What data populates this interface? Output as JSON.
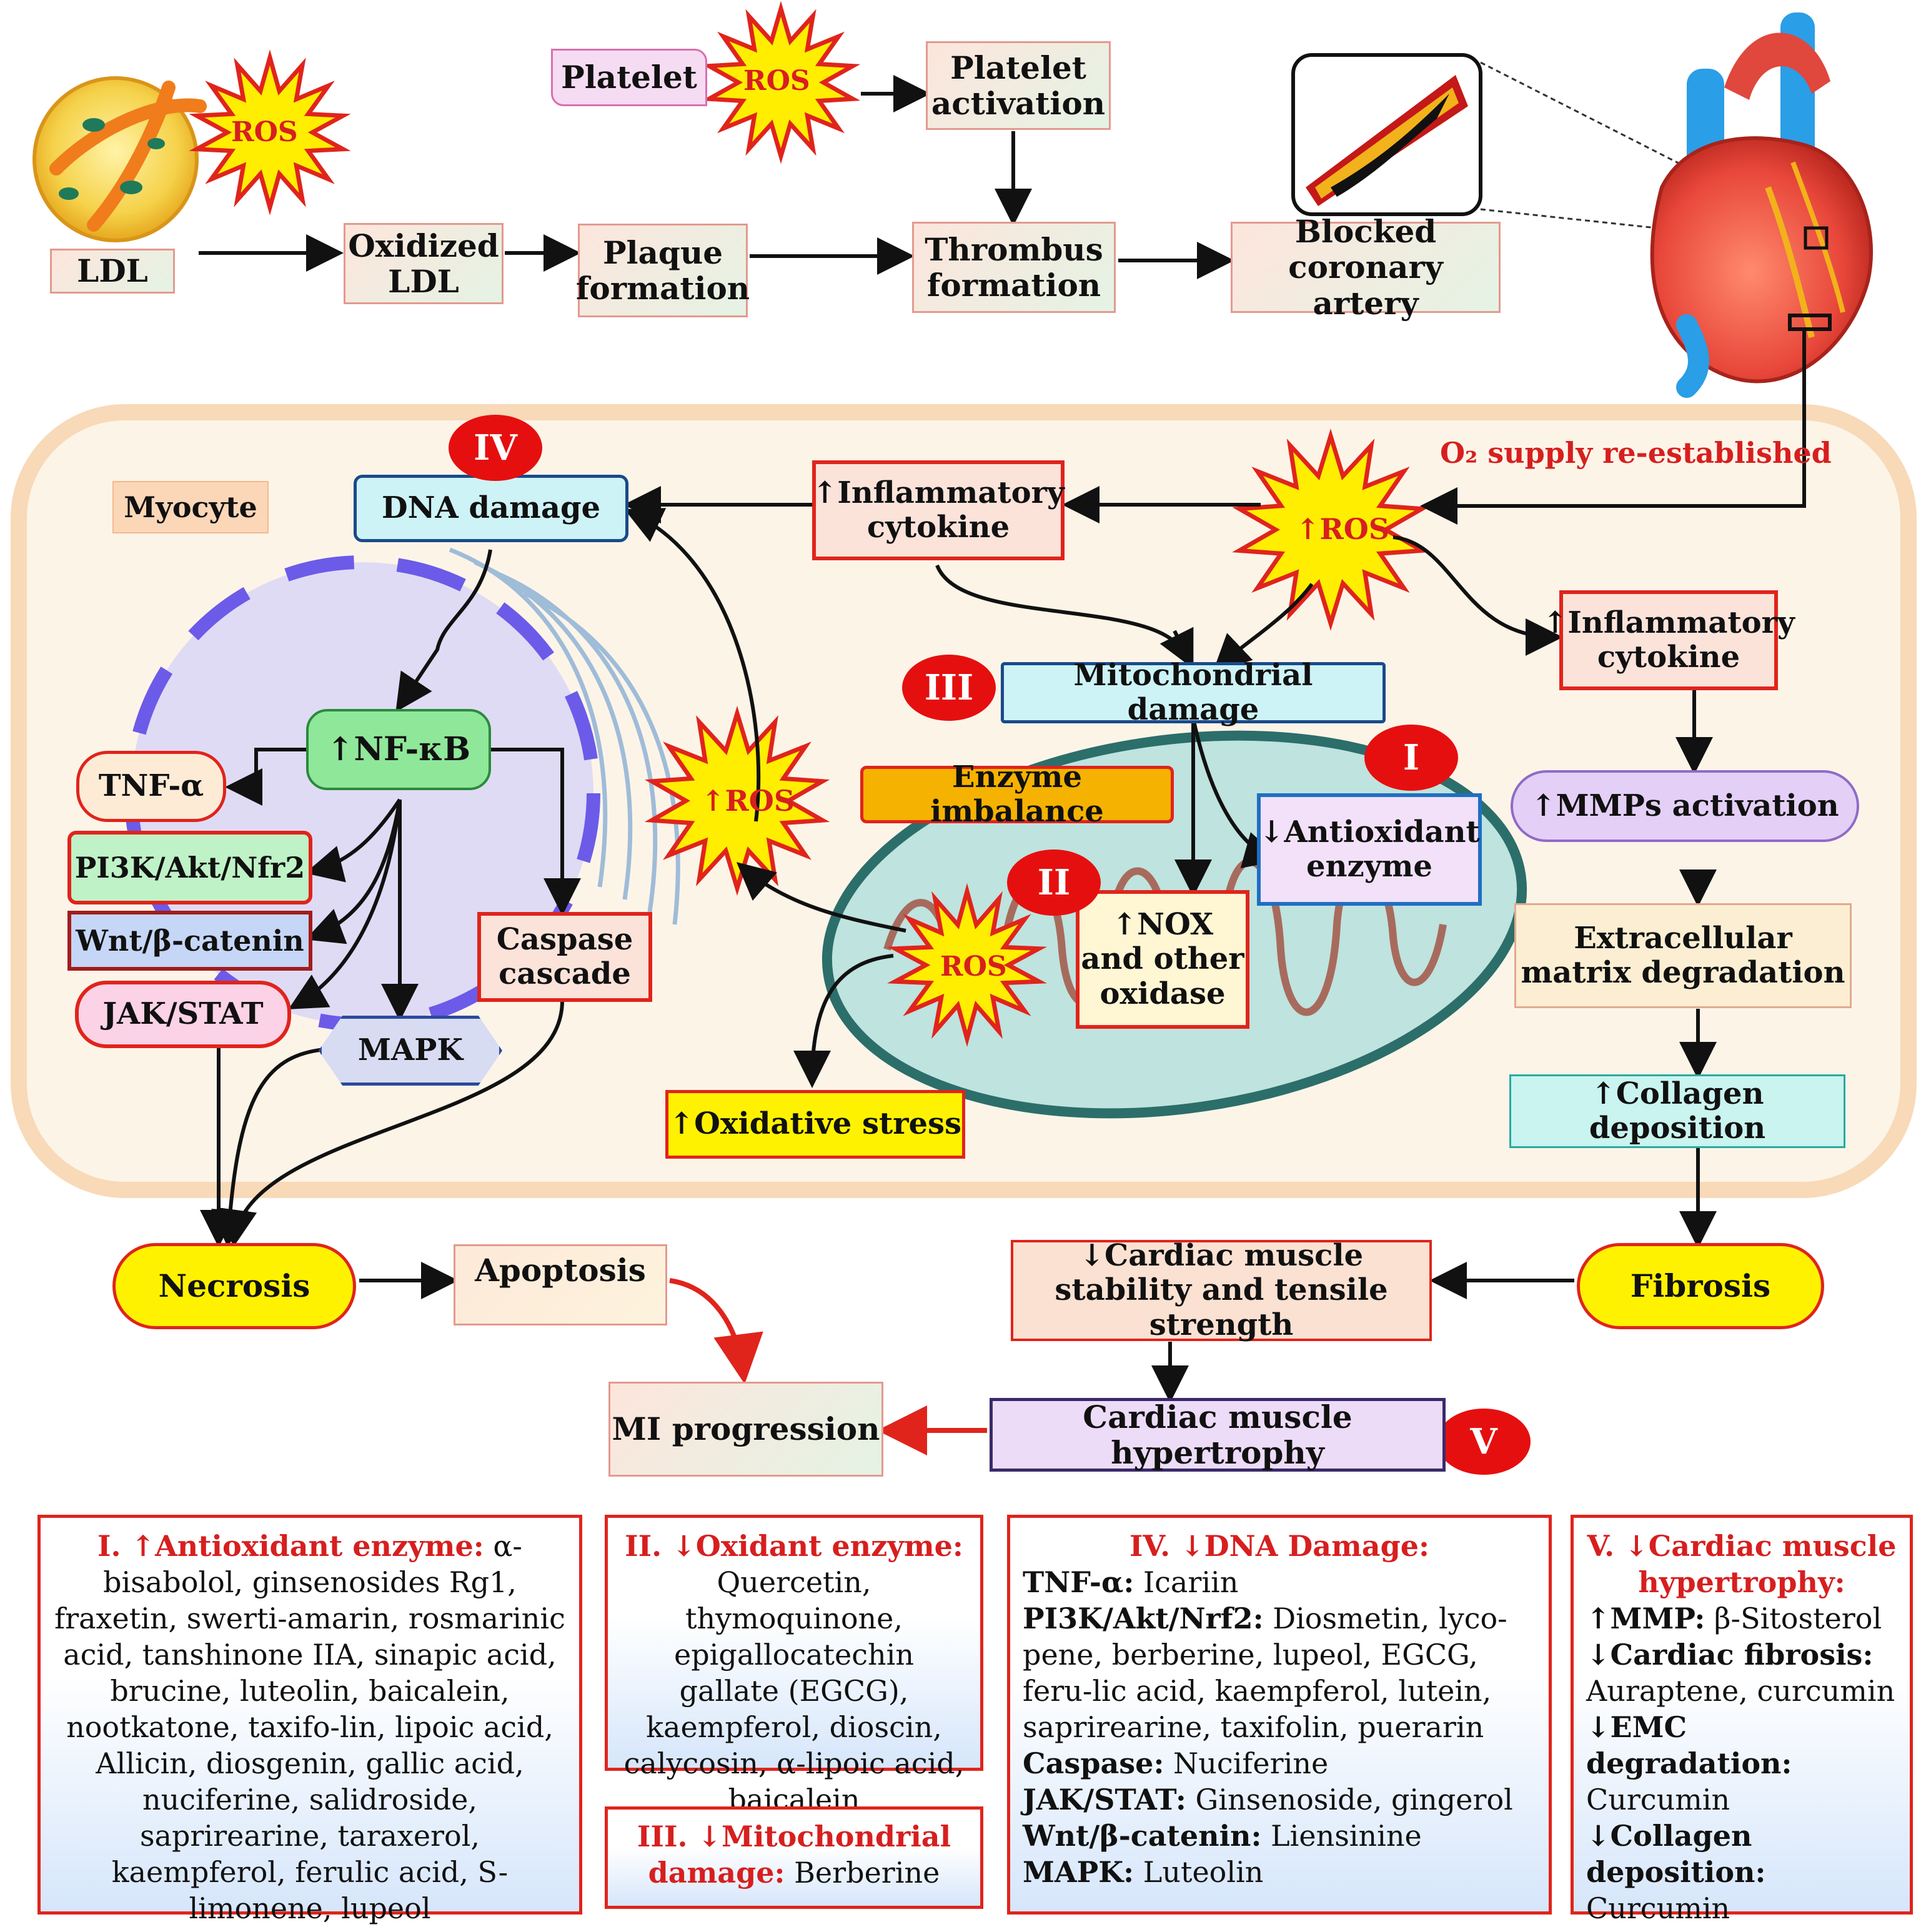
{
  "labels": {
    "ldl": "LDL",
    "ros_ldl": "ROS",
    "oxidized_ldl": "Oxidized LDL",
    "plaque": "Plaque formation",
    "platelet": "Platelet",
    "ros_platelet": "ROS",
    "platelet_activation": "Platelet activation",
    "thrombus": "Thrombus formation",
    "blocked_artery": "Blocked coronary artery",
    "o2_supply": "O₂ supply re-established",
    "myocyte": "Myocyte",
    "dna_damage": "DNA damage",
    "inflam1": "↑Inflammatory cytokine",
    "ros_up1": "↑ROS",
    "inflam2": "↑Inflammatory cytokine",
    "mito_damage": "Mitochondrial damage",
    "nfkb": "↑NF-κB",
    "tnf": "TNF-α",
    "pi3k": "PI3K/Akt/Nfr2",
    "wnt": "Wnt/β-catenin",
    "jak": "JAK/STAT",
    "mapk": "MAPK",
    "caspase": "Caspase cascade",
    "ros_up2": "↑ROS",
    "enzyme_imbalance": "Enzyme imbalance",
    "antioxidant": "↓Antioxidant enzyme",
    "nox": "↑NOX and other oxidase",
    "ros_mito": "ROS",
    "oxidative_stress": "↑Oxidative stress",
    "mmps": "↑MMPs activation",
    "ecm": "Extracellular matrix degradation",
    "collagen": "↑Collagen deposition",
    "necrosis": "Necrosis",
    "apoptosis": "Apoptosis",
    "cardiac_stability": "↓Cardiac muscle stability and tensile strength",
    "fibrosis": "Fibrosis",
    "mi_progression": "MI progression",
    "hypertrophy": "Cardiac muscle hypertrophy"
  },
  "roman": {
    "i": "I",
    "ii": "II",
    "iii": "III",
    "iv": "IV",
    "v": "V"
  },
  "panels": {
    "p1": {
      "head": "I. ↑Antioxidant enzyme:",
      "text": " α-bisabolol, ginsenosides Rg1, fraxetin, swerti-amarin, rosmarinic acid, tanshinone IIA, sinapic acid, brucine, luteolin, baicalein, nootkatone, taxifo-lin, lipoic acid, Allicin, diosgenin, gallic acid, nuciferine, salidroside, saprirearine, taraxerol, kaempferol, ferulic acid, S-limonene, lupeol"
    },
    "p2": {
      "head": "II. ↓Oxidant enzyme:",
      "text": "Quercetin, thymoquinone, epigallocatechin gallate (EGCG), kaempferol, dioscin, calycosin, α-lipoic acid, baicalein"
    },
    "p3": {
      "head": "III. ↓Mitochondrial damage:",
      "text": " Berberine"
    },
    "p4": {
      "head": "IV. ↓DNA Damage:",
      "rows": [
        {
          "k": "TNF-α:",
          "v": " Icariin"
        },
        {
          "k": "PI3K/Akt/Nrf2:",
          "v": " Diosmetin, lyco-pene, berberine, lupeol, EGCG, feru-lic acid, kaempferol, lutein, saprirearine, taxifolin, puerarin"
        },
        {
          "k": "Caspase:",
          "v": " Nuciferine"
        },
        {
          "k": "JAK/STAT:",
          "v": " Ginsenoside, gingerol"
        },
        {
          "k": "Wnt/β-catenin:",
          "v": " Liensinine"
        },
        {
          "k": "MAPK:",
          "v": " Luteolin"
        }
      ]
    },
    "p5": {
      "head": "V. ↓Cardiac muscle hypertrophy:",
      "rows": [
        {
          "k": "↑MMP:",
          "v": " β-Sitosterol"
        },
        {
          "k": "↓Cardiac fibrosis:",
          "v": " Auraptene, curcumin"
        },
        {
          "k": "↓EMC degradation:",
          "v": " Curcumin"
        },
        {
          "k": "↓Collagen deposition:",
          "v": " Curcumin"
        }
      ]
    }
  },
  "colors": {
    "accent_red": "#e0241c",
    "ros_yellow": "#ffee00",
    "myocyte_bg": "#fdf3e6",
    "mito_fill": "#bfe3df",
    "nucleus_fill": "#dcd8f6"
  }
}
